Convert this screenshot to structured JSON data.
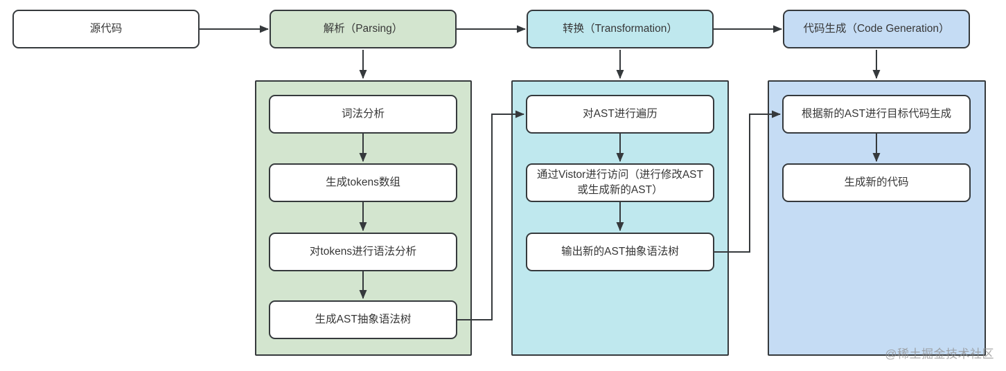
{
  "watermark": "@稀土掘金技术社区",
  "colors": {
    "green_fill": "#d3e5cf",
    "cyan_fill": "#bfe8ee",
    "blue_fill": "#c5dcf4",
    "node_fill": "#ffffff",
    "stroke": "#35393c",
    "text": "#363636",
    "watermark_color": "#929292"
  },
  "pipeline": [
    {
      "id": "source-code",
      "label": "源代码"
    },
    {
      "id": "parsing",
      "label": "解析（Parsing）"
    },
    {
      "id": "transformation",
      "label": "转换（Transformation）"
    },
    {
      "id": "code-generation",
      "label": "代码生成（Code Generation）"
    }
  ],
  "groups": [
    {
      "id": "parsing-detail",
      "steps": [
        "词法分析",
        "生成tokens数组",
        "对tokens进行语法分析",
        "生成AST抽象语法树"
      ]
    },
    {
      "id": "transformation-detail",
      "steps": [
        "对AST进行遍历",
        "通过Vistor进行访问（进行修改AST 或生成新的AST）",
        "输出新的AST抽象语法树"
      ]
    },
    {
      "id": "code-generation-detail",
      "steps": [
        "根据新的AST进行目标代码生成",
        "生成新的代码"
      ]
    }
  ]
}
